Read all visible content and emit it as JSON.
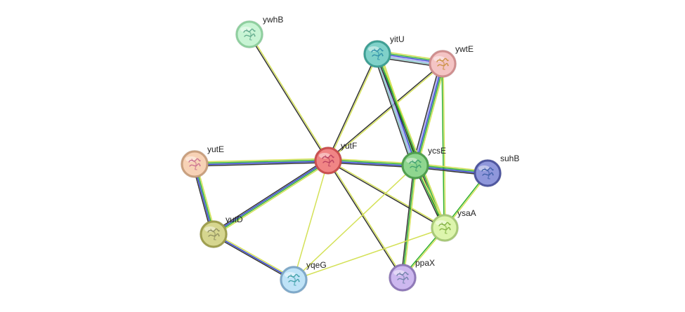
{
  "network": {
    "nodes": [
      {
        "id": "ywhB",
        "label": "ywhB",
        "fill": "#c8f4d4",
        "stroke": "#8fcf9f",
        "glyph": "#5fa98a"
      },
      {
        "id": "yitU",
        "label": "yitU",
        "fill": "#7fd1c9",
        "stroke": "#3f9f94",
        "glyph": "#2f8fa8"
      },
      {
        "id": "ywtE",
        "label": "ywtE",
        "fill": "#f4c4c4",
        "stroke": "#cf8f8f",
        "glyph": "#c98f3f"
      },
      {
        "id": "yutE",
        "label": "yutE",
        "fill": "#f7d2b6",
        "stroke": "#c9a07f",
        "glyph": "#c96f8f"
      },
      {
        "id": "yutF",
        "label": "yutF",
        "fill": "#f08585",
        "stroke": "#c94f4f",
        "glyph": "#b83f5f"
      },
      {
        "id": "ycsE",
        "label": "ycsE",
        "fill": "#8fd68f",
        "stroke": "#4f9f4f",
        "glyph": "#3fa06f"
      },
      {
        "id": "suhB",
        "label": "suhB",
        "fill": "#8f97db",
        "stroke": "#4f579f",
        "glyph": "#3f5fa8"
      },
      {
        "id": "yutD",
        "label": "yutD",
        "fill": "#d6d68f",
        "stroke": "#9f9f4f",
        "glyph": "#8f8f5f"
      },
      {
        "id": "ysaA",
        "label": "ysaA",
        "fill": "#ddf5ad",
        "stroke": "#a8c978",
        "glyph": "#7faf3f"
      },
      {
        "id": "yqeG",
        "label": "yqeG",
        "fill": "#bfe3f7",
        "stroke": "#7fa9c9",
        "glyph": "#3f9fa8"
      },
      {
        "id": "ppaX",
        "label": "ppaX",
        "fill": "#cdb8ef",
        "stroke": "#8f79b8",
        "glyph": "#6f7fa8"
      }
    ],
    "edges": [
      {
        "source": "ywhB",
        "target": "yutF",
        "colors": [
          "#d4e157",
          "#333333"
        ]
      },
      {
        "source": "yitU",
        "target": "yutF",
        "colors": [
          "#d4e157",
          "#333333"
        ]
      },
      {
        "source": "ywtE",
        "target": "yutF",
        "colors": [
          "#d4e157",
          "#333333"
        ]
      },
      {
        "source": "yitU",
        "target": "ywtE",
        "colors": [
          "#d4e157",
          "#30b030",
          "#3040d0",
          "#a0a0f0",
          "#80c8c8",
          "#333333"
        ]
      },
      {
        "source": "yitU",
        "target": "ycsE",
        "colors": [
          "#d4e157",
          "#30b030",
          "#3040d0",
          "#a0a0f0",
          "#80c8c8",
          "#333333"
        ]
      },
      {
        "source": "ywtE",
        "target": "ycsE",
        "colors": [
          "#d4e157",
          "#30b030",
          "#3040d0",
          "#a0a0f0",
          "#333333"
        ]
      },
      {
        "source": "yitU",
        "target": "ysaA",
        "colors": [
          "#d4e157",
          "#30b030",
          "#333333"
        ]
      },
      {
        "source": "ywtE",
        "target": "ysaA",
        "colors": [
          "#d4e157",
          "#30b030"
        ]
      },
      {
        "source": "yutE",
        "target": "yutF",
        "colors": [
          "#d4e157",
          "#30b030",
          "#3040d0",
          "#333333"
        ]
      },
      {
        "source": "yutE",
        "target": "yutD",
        "colors": [
          "#d4e157",
          "#30b030",
          "#3040d0",
          "#333333"
        ]
      },
      {
        "source": "yutF",
        "target": "ycsE",
        "colors": [
          "#d4e157",
          "#30b030",
          "#3040d0",
          "#333333"
        ]
      },
      {
        "source": "yutF",
        "target": "yutD",
        "colors": [
          "#d4e157",
          "#30b030",
          "#3040d0",
          "#333333"
        ]
      },
      {
        "source": "yutD",
        "target": "yqeG",
        "colors": [
          "#d4e157",
          "#3040d0",
          "#333333"
        ]
      },
      {
        "source": "yutF",
        "target": "yqeG",
        "colors": [
          "#d4e157"
        ]
      },
      {
        "source": "yutF",
        "target": "ppaX",
        "colors": [
          "#d4e157",
          "#333333"
        ]
      },
      {
        "source": "yutF",
        "target": "ysaA",
        "colors": [
          "#d4e157",
          "#333333"
        ]
      },
      {
        "source": "ycsE",
        "target": "suhB",
        "colors": [
          "#d4e157",
          "#30b030",
          "#3040d0",
          "#333333"
        ]
      },
      {
        "source": "ycsE",
        "target": "ysaA",
        "colors": [
          "#d4e157",
          "#30b030",
          "#333333"
        ]
      },
      {
        "source": "ycsE",
        "target": "ppaX",
        "colors": [
          "#d4e157",
          "#30b030",
          "#333333"
        ]
      },
      {
        "source": "ycsE",
        "target": "yqeG",
        "colors": [
          "#d4e157"
        ]
      },
      {
        "source": "suhB",
        "target": "ysaA",
        "colors": [
          "#d4e157",
          "#30b030"
        ]
      },
      {
        "source": "ysaA",
        "target": "ppaX",
        "colors": [
          "#d4e157",
          "#30b030"
        ]
      },
      {
        "source": "ysaA",
        "target": "yqeG",
        "colors": [
          "#d4e157"
        ]
      }
    ]
  }
}
